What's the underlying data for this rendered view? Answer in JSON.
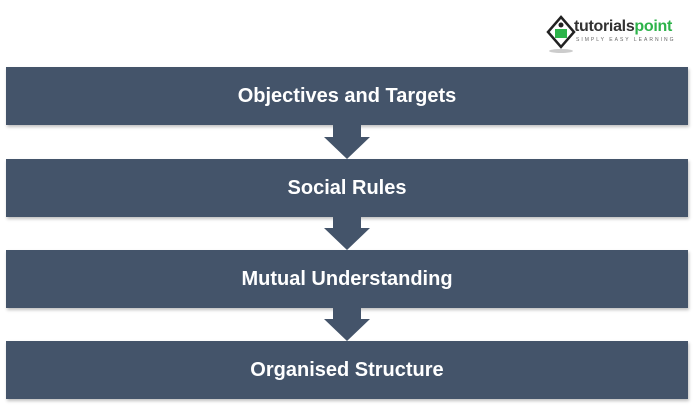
{
  "logo": {
    "name_part1": "tutorials",
    "name_part2": "point",
    "tagline": "SIMPLY EASY LEARNING"
  },
  "steps": [
    {
      "label": "Objectives and Targets"
    },
    {
      "label": "Social Rules"
    },
    {
      "label": "Mutual Understanding"
    },
    {
      "label": "Organised Structure"
    }
  ],
  "colors": {
    "box": "#44546a",
    "text": "#ffffff",
    "logo_accent": "#2db34a"
  }
}
